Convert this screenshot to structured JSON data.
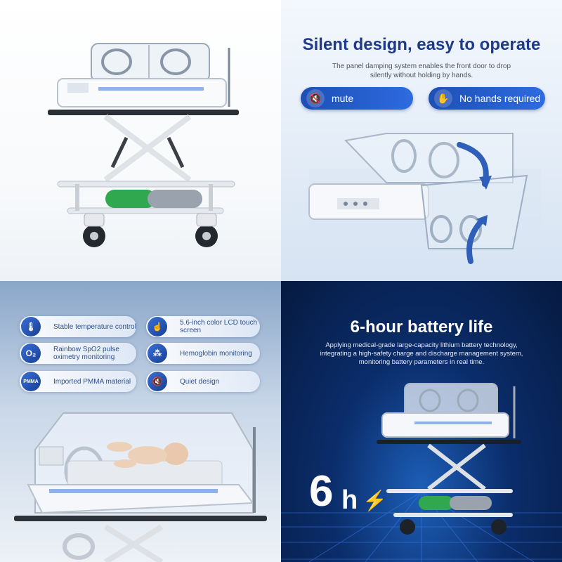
{
  "panel2": {
    "title": "Silent design, easy to operate",
    "subtitle": "The panel damping system enables the front door to drop silently without holding by hands.",
    "pills": [
      {
        "label": "mute",
        "icon": "speaker-mute-icon"
      },
      {
        "label": "No hands required",
        "icon": "hand-prohibited-icon"
      }
    ]
  },
  "panel3": {
    "features": [
      {
        "label": "Stable temperature control",
        "icon": "thermometer-icon"
      },
      {
        "label": "5.6-inch color LCD touch screen",
        "icon": "touch-hand-icon"
      },
      {
        "label": "Rainbow SpO2 pulse oximetry monitoring",
        "icon": "oxygen-drop-icon",
        "icon_text": "O₂"
      },
      {
        "label": "Hemoglobin monitoring",
        "icon": "molecule-icon"
      },
      {
        "label": "Imported PMMA material",
        "icon": "pmma-badge-icon",
        "icon_text": "PMMA"
      },
      {
        "label": "Quiet design",
        "icon": "speaker-mute-icon"
      }
    ]
  },
  "panel4": {
    "title": "6-hour battery life",
    "subtitle": "Applying medical-grade large-capacity lithium battery technology, integrating a high-safety charge and discharge management system, monitoring battery parameters in real time.",
    "big_number": "6",
    "big_unit": "h"
  },
  "colors": {
    "brand_blue": "#1e4fb5",
    "title_blue": "#1e3a8a",
    "oxygen_green": "#2fa84f",
    "dark_navy": "#061a40"
  }
}
